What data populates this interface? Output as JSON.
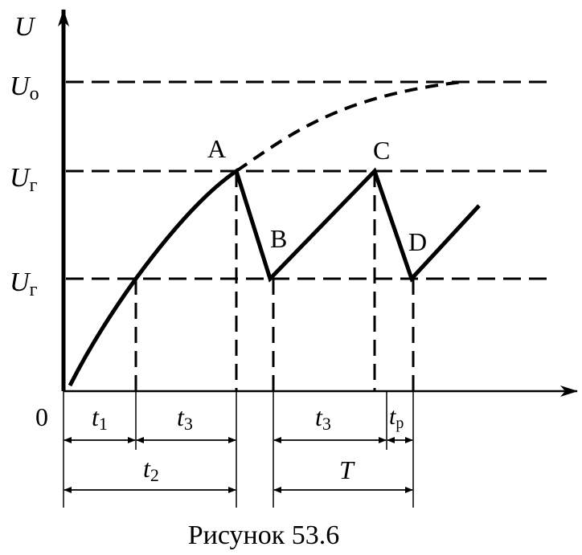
{
  "axis": {
    "y_symbol": "U",
    "origin": "0"
  },
  "levels": {
    "u0": {
      "main": "U",
      "sub": "о"
    },
    "ug_top": {
      "main": "U",
      "sub": "г"
    },
    "ug_bottom": {
      "main": "U",
      "sub": "г"
    }
  },
  "points": {
    "a": "A",
    "b": "B",
    "c": "C",
    "d": "D"
  },
  "intervals": {
    "t1": {
      "main": "t",
      "sub": "1"
    },
    "t3_first": {
      "main": "t",
      "sub": "3"
    },
    "t3_second": {
      "main": "t",
      "sub": "3"
    },
    "tp": {
      "main": "t",
      "sub": "р"
    },
    "t2": {
      "main": "t",
      "sub": "2"
    },
    "period": "T"
  },
  "caption": "Рисунок 53.6"
}
